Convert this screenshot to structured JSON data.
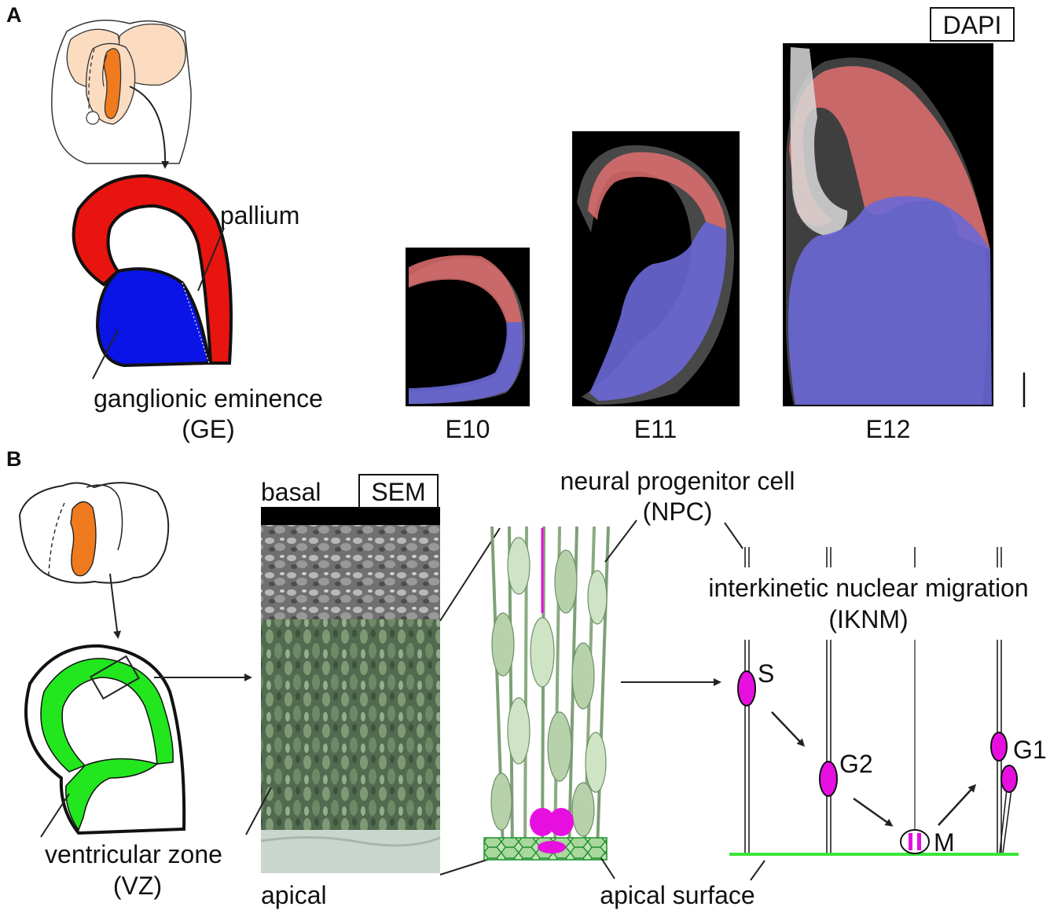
{
  "panels": {
    "a": "A",
    "b": "B"
  },
  "panel_a": {
    "pallium": "pallium",
    "ge_line1": "ganglionic eminence",
    "ge_line2": "(GE)",
    "stain": "DAPI",
    "stages": [
      "E10",
      "E11",
      "E12"
    ]
  },
  "panel_b": {
    "vz_line1": "ventricular zone",
    "vz_line2": "(VZ)",
    "basal": "basal",
    "sem": "SEM",
    "apical": "apical",
    "npc_line1": "neural progenitor cell",
    "npc_line2": "(NPC)",
    "iknm_line1": "interkinetic nuclear migration",
    "iknm_line2": "(IKNM)",
    "phases": [
      "S",
      "G2",
      "M",
      "G1"
    ],
    "apical_surface": "apical surface"
  },
  "colors": {
    "pallium": "#e8140f",
    "ganglionic_eminence": "#0a14e6",
    "ventricular_zone": "#22e61e",
    "brain_highlight": "#f07a1e",
    "brain_fill": "#fbdcc1",
    "nucleus": "#e60fe0",
    "apical_line": "#3ae63a",
    "stain_pallium": "#e07070",
    "stain_ge": "#6a68d6"
  }
}
